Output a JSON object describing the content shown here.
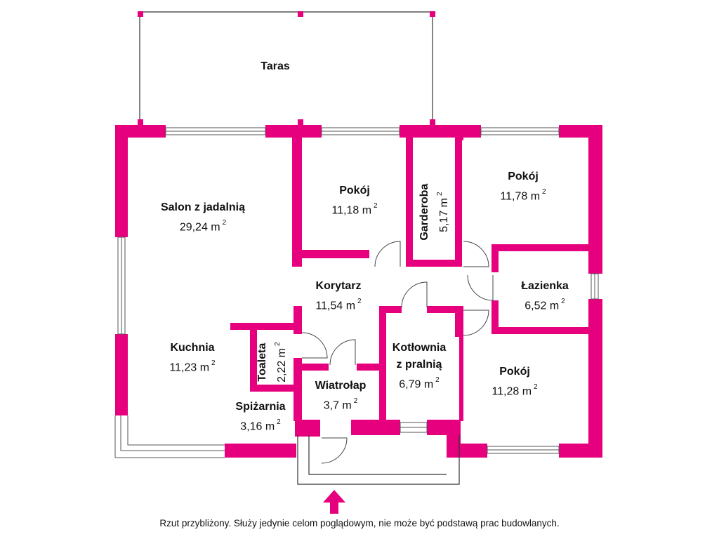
{
  "plan": {
    "wall_color": "#e6007e",
    "line_color": "#333333",
    "terrace": "Taras",
    "caption": "Rzut przybliżony. Służy jedynie celom poglądowym, nie może być podstawą prac budowlanych.",
    "area_unit": "m",
    "area_exp": "2",
    "entrance_arrow_color": "#e6007e",
    "rooms": {
      "salon": {
        "name": "Salon z jadalnią",
        "area": "29,24 m"
      },
      "pokoj_middle": {
        "name": "Pokój",
        "area": "11,18 m"
      },
      "garderoba": {
        "name": "Garderoba",
        "area": "5,17 m"
      },
      "pokoj_ne": {
        "name": "Pokój",
        "area": "11,78 m"
      },
      "korytarz": {
        "name": "Korytarz",
        "area": "11,54 m"
      },
      "lazienka": {
        "name": "Łazienka",
        "area": "6,52 m"
      },
      "kuchnia": {
        "name": "Kuchnia",
        "area": "11,23 m"
      },
      "toaleta": {
        "name": "Toaleta",
        "area": "2,22 m"
      },
      "kotlownia": {
        "name": "Kotłownia z pralnią",
        "name_line1": "Kotłownia",
        "name_line2": "z pralnią",
        "area": "6,79 m"
      },
      "wiatrolap": {
        "name": "Wiatrołap",
        "area": "3,7 m"
      },
      "pokoj_se": {
        "name": "Pokój",
        "area": "11,28 m"
      },
      "spizarnia": {
        "name": "Spiżarnia",
        "area": "3,16 m"
      }
    }
  }
}
